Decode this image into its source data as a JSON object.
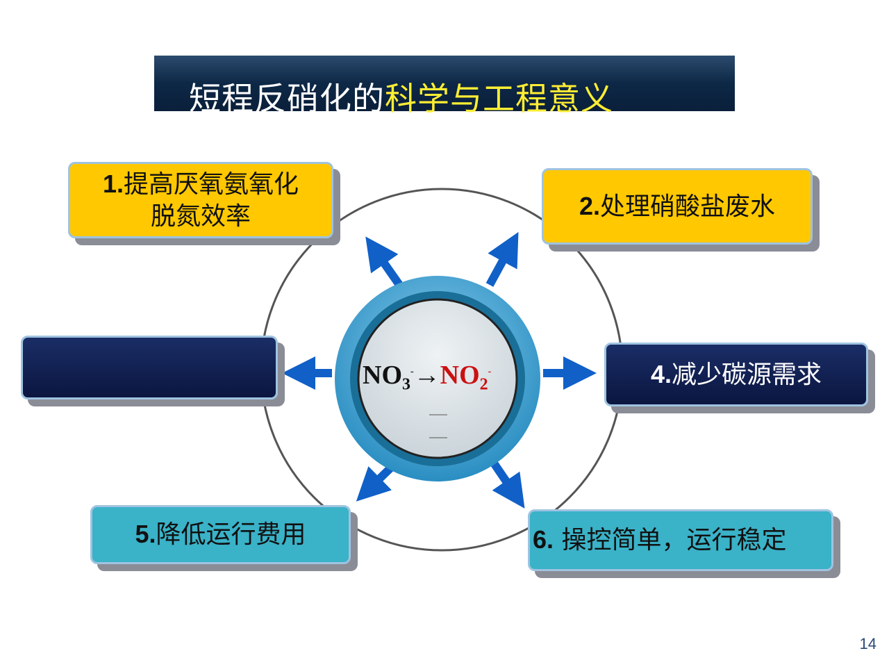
{
  "title": {
    "white_part": "短程反硝化的",
    "yellow_part": "科学与工程意义"
  },
  "center": {
    "from": "NO",
    "from_sub": "3",
    "from_sup": "-",
    "arrow": "→",
    "to": "NO",
    "to_sub": "2",
    "to_sup": "-"
  },
  "boxes": [
    {
      "num": "1.",
      "text": "提高厌氧氨氧化脱氮效率"
    },
    {
      "num": "2.",
      "text": "处理硝酸盐废水"
    },
    {
      "num": "",
      "text": ""
    },
    {
      "num": "4.",
      "text": "减少碳源需求"
    },
    {
      "num": "5.",
      "text": "降低运行费用"
    },
    {
      "num": "6.",
      "text": " 操控简单，运行稳定"
    }
  ],
  "colors": {
    "yellow": "#ffc800",
    "navy": "#0b1640",
    "teal": "#3ab2c8",
    "arrow": "#1060c8"
  },
  "page_number": "14"
}
